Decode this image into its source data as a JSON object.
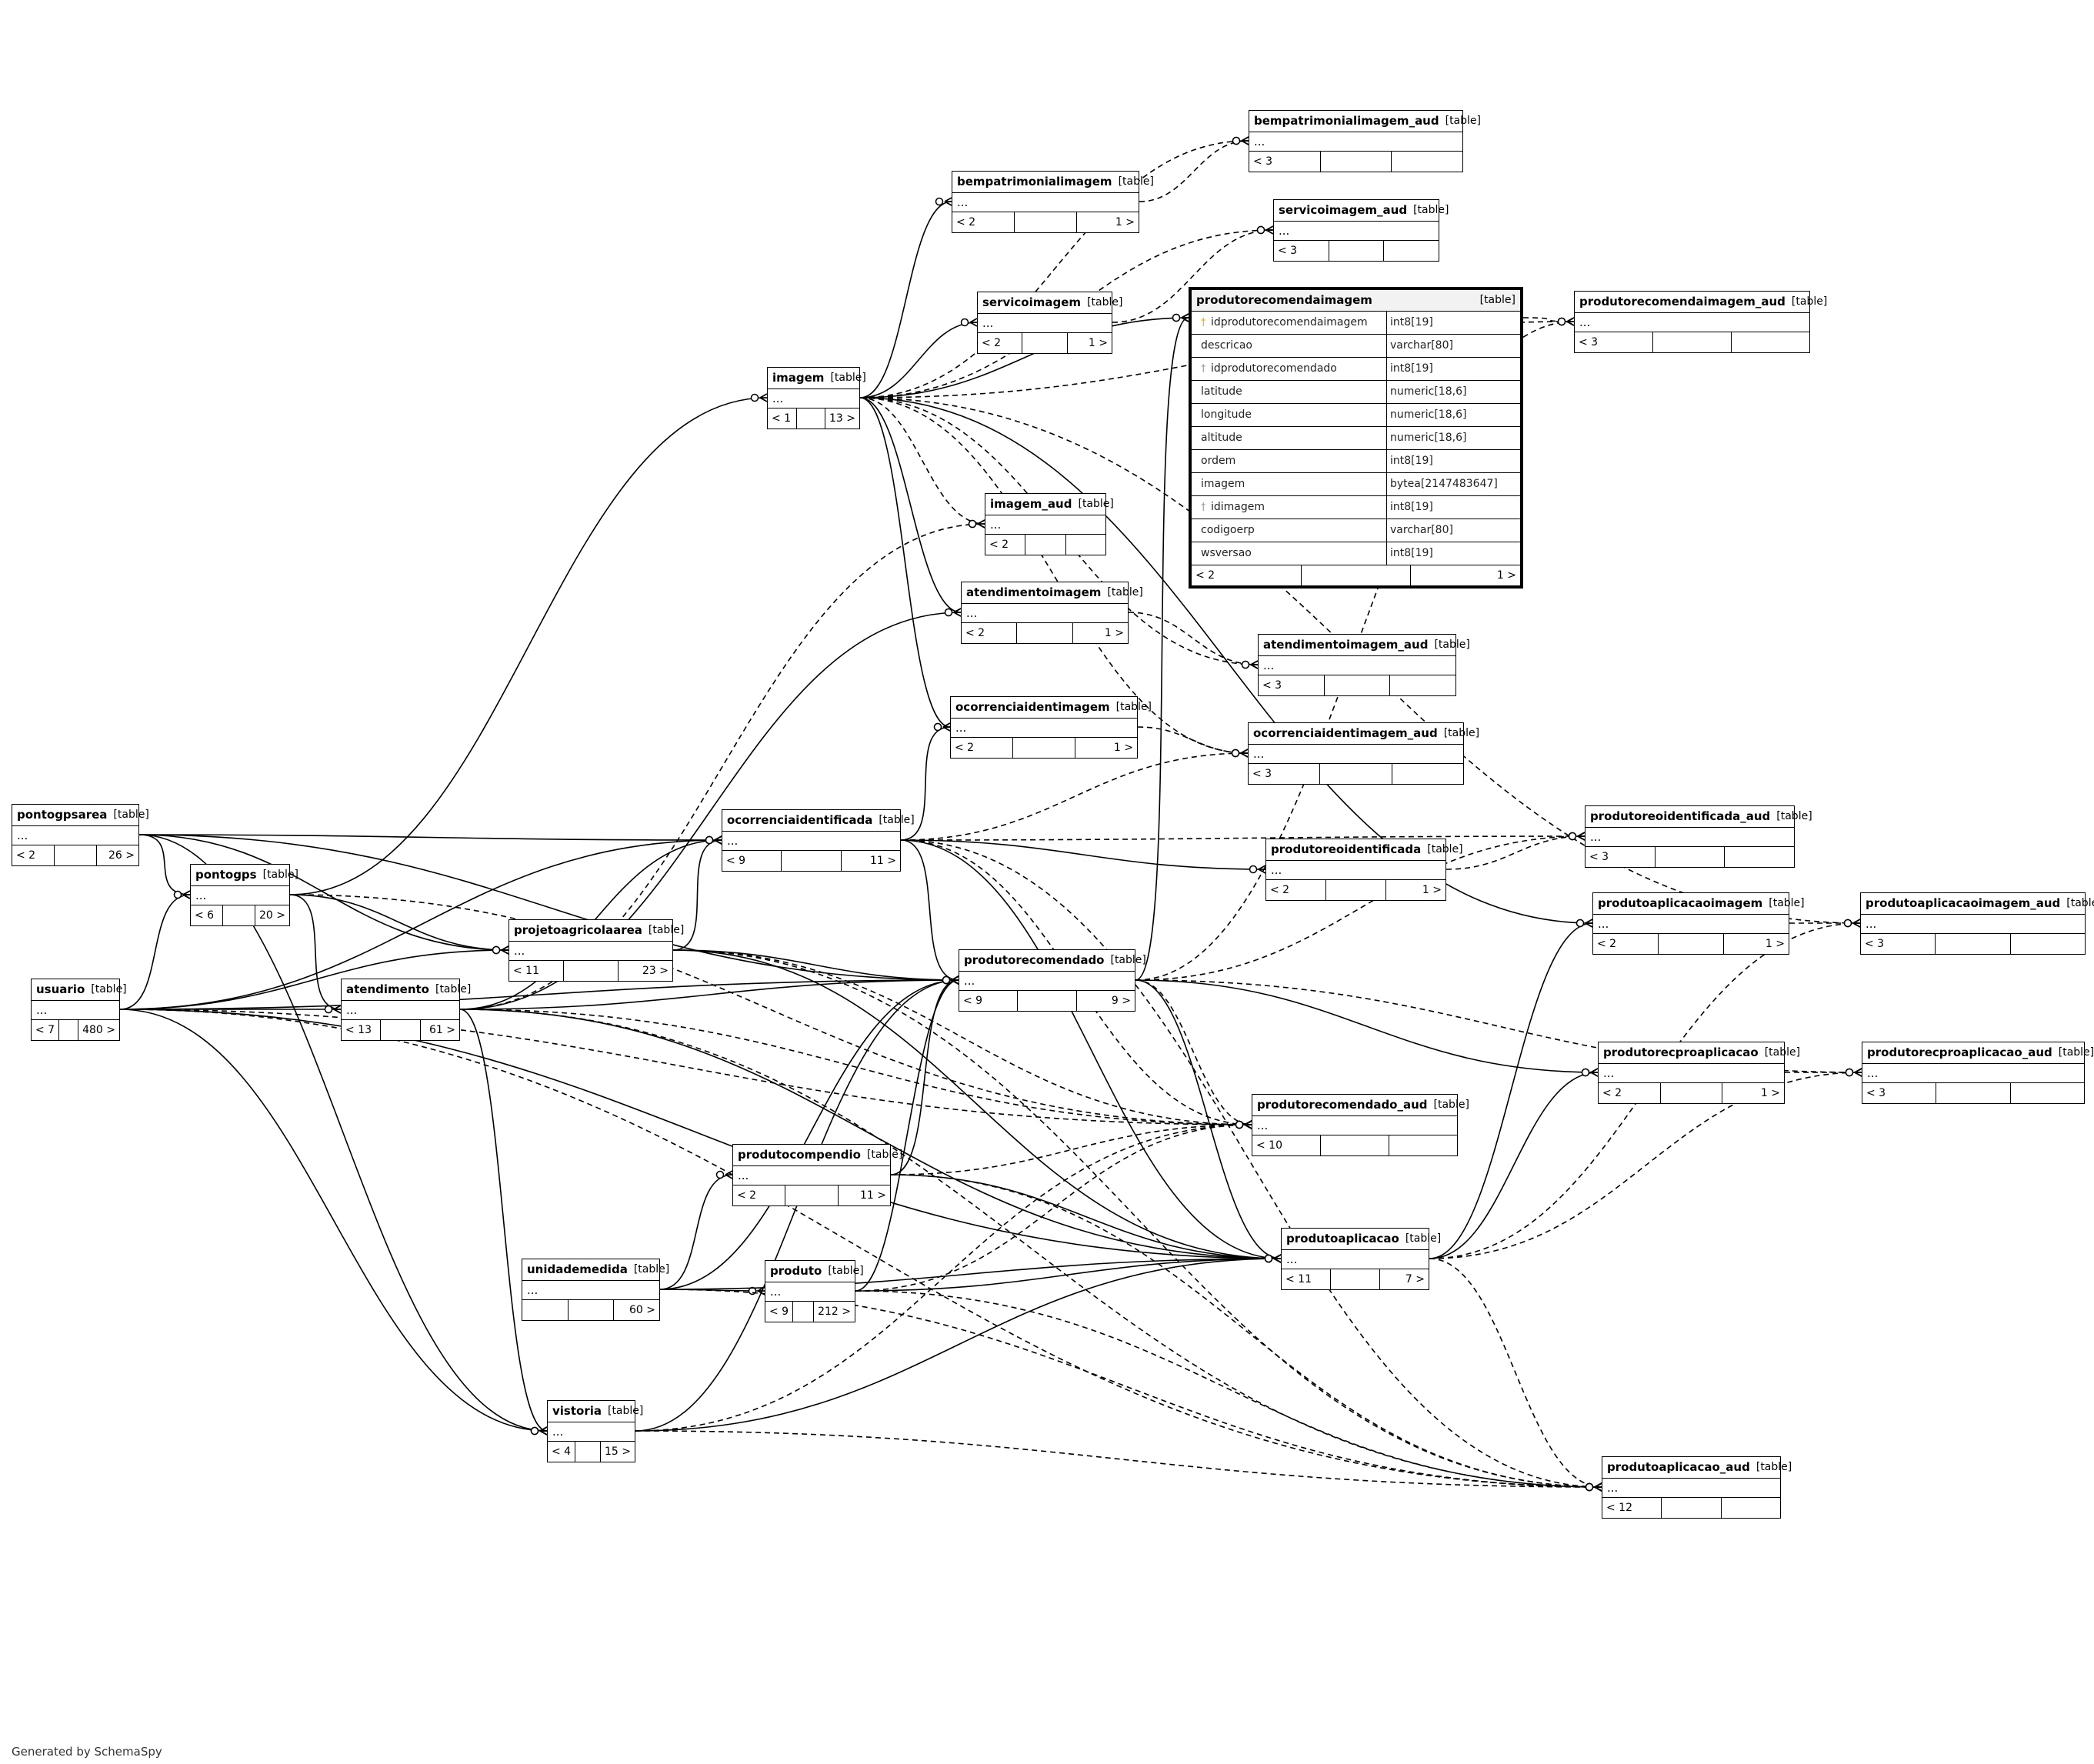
{
  "footer": "Generated by SchemaSpy",
  "tables": [
    {
      "id": "bempatrimonialimagem_aud",
      "name": "bempatrimonialimagem_aud",
      "type": "[table]",
      "rows": [
        "..."
      ],
      "foot": [
        "< 3",
        "",
        ""
      ]
    },
    {
      "id": "bempatrimonialimagem",
      "name": "bempatrimonialimagem",
      "type": "[table]",
      "rows": [
        "..."
      ],
      "foot": [
        "< 2",
        "",
        "1 >"
      ]
    },
    {
      "id": "servicoimagem_aud",
      "name": "servicoimagem_aud",
      "type": "[table]",
      "rows": [
        "..."
      ],
      "foot": [
        "< 3",
        "",
        ""
      ]
    },
    {
      "id": "servicoimagem",
      "name": "servicoimagem",
      "type": "[table]",
      "rows": [
        "..."
      ],
      "foot": [
        "< 2",
        "",
        "1 >"
      ]
    },
    {
      "id": "imagem",
      "name": "imagem",
      "type": "[table]",
      "rows": [
        "..."
      ],
      "foot": [
        "< 1",
        "",
        "13 >"
      ]
    },
    {
      "id": "imagem_aud",
      "name": "imagem_aud",
      "type": "[table]",
      "rows": [
        "..."
      ],
      "foot": [
        "< 2",
        "",
        ""
      ]
    },
    {
      "id": "atendimentoimagem",
      "name": "atendimentoimagem",
      "type": "[table]",
      "rows": [
        "..."
      ],
      "foot": [
        "< 2",
        "",
        "1 >"
      ]
    },
    {
      "id": "atendimentoimagem_aud",
      "name": "atendimentoimagem_aud",
      "type": "[table]",
      "rows": [
        "..."
      ],
      "foot": [
        "< 3",
        "",
        ""
      ]
    },
    {
      "id": "ocorrenciaidentimagem",
      "name": "ocorrenciaidentimagem",
      "type": "[table]",
      "rows": [
        "..."
      ],
      "foot": [
        "< 2",
        "",
        "1 >"
      ]
    },
    {
      "id": "ocorrenciaidentimagem_aud",
      "name": "ocorrenciaidentimagem_aud",
      "type": "[table]",
      "rows": [
        "..."
      ],
      "foot": [
        "< 3",
        "",
        ""
      ]
    },
    {
      "id": "produtorecomendaimagem_aud",
      "name": "produtorecomendaimagem_aud",
      "type": "[table]",
      "rows": [
        "..."
      ],
      "foot": [
        "< 3",
        "",
        ""
      ]
    },
    {
      "id": "produtoreoidentificada_aud",
      "name": "produtoreoidentificada_aud",
      "type": "[table]",
      "rows": [
        "..."
      ],
      "foot": [
        "< 3",
        "",
        ""
      ]
    },
    {
      "id": "produtoreoidentificada",
      "name": "produtoreoidentificada",
      "type": "[table]",
      "rows": [
        "..."
      ],
      "foot": [
        "< 2",
        "",
        "1 >"
      ]
    },
    {
      "id": "produtoaplicacaoimagem",
      "name": "produtoaplicacaoimagem",
      "type": "[table]",
      "rows": [
        "..."
      ],
      "foot": [
        "< 2",
        "",
        "1 >"
      ]
    },
    {
      "id": "produtoaplicacaoimagem_aud",
      "name": "produtoaplicacaoimagem_aud",
      "type": "[table]",
      "rows": [
        "..."
      ],
      "foot": [
        "< 3",
        "",
        ""
      ]
    },
    {
      "id": "produtorecproaplicacao",
      "name": "produtorecproaplicacao",
      "type": "[table]",
      "rows": [
        "..."
      ],
      "foot": [
        "< 2",
        "",
        "1 >"
      ]
    },
    {
      "id": "produtorecproaplicacao_aud",
      "name": "produtorecproaplicacao_aud",
      "type": "[table]",
      "rows": [
        "..."
      ],
      "foot": [
        "< 3",
        "",
        ""
      ]
    },
    {
      "id": "pontogpsarea",
      "name": "pontogpsarea",
      "type": "[table]",
      "rows": [
        "..."
      ],
      "foot": [
        "< 2",
        "",
        "26 >"
      ]
    },
    {
      "id": "pontogps",
      "name": "pontogps",
      "type": "[table]",
      "rows": [
        "..."
      ],
      "foot": [
        "< 6",
        "",
        "20 >"
      ]
    },
    {
      "id": "ocorrenciaidentificada",
      "name": "ocorrenciaidentificada",
      "type": "[table]",
      "rows": [
        "..."
      ],
      "foot": [
        "< 9",
        "",
        "11 >"
      ]
    },
    {
      "id": "projetoagricolaarea",
      "name": "projetoagricolaarea",
      "type": "[table]",
      "rows": [
        "..."
      ],
      "foot": [
        "< 11",
        "",
        "23 >"
      ]
    },
    {
      "id": "usuario",
      "name": "usuario",
      "type": "[table]",
      "rows": [
        "..."
      ],
      "foot": [
        "< 7",
        "",
        "480 >"
      ]
    },
    {
      "id": "atendimento",
      "name": "atendimento",
      "type": "[table]",
      "rows": [
        "..."
      ],
      "foot": [
        "< 13",
        "",
        "61 >"
      ]
    },
    {
      "id": "produtorecomendado",
      "name": "produtorecomendado",
      "type": "[table]",
      "rows": [
        "..."
      ],
      "foot": [
        "< 9",
        "",
        "9 >"
      ]
    },
    {
      "id": "produtorecomendado_aud",
      "name": "produtorecomendado_aud",
      "type": "[table]",
      "rows": [
        "..."
      ],
      "foot": [
        "< 10",
        "",
        ""
      ]
    },
    {
      "id": "produtocompendio",
      "name": "produtocompendio",
      "type": "[table]",
      "rows": [
        "..."
      ],
      "foot": [
        "< 2",
        "",
        "11 >"
      ]
    },
    {
      "id": "unidademedida",
      "name": "unidademedida",
      "type": "[table]",
      "rows": [
        "..."
      ],
      "foot": [
        "",
        "",
        "60 >"
      ]
    },
    {
      "id": "produto",
      "name": "produto",
      "type": "[table]",
      "rows": [
        "..."
      ],
      "foot": [
        "< 9",
        "",
        "212 >"
      ]
    },
    {
      "id": "produtoaplicacao",
      "name": "produtoaplicacao",
      "type": "[table]",
      "rows": [
        "..."
      ],
      "foot": [
        "< 11",
        "",
        "7 >"
      ]
    },
    {
      "id": "vistoria",
      "name": "vistoria",
      "type": "[table]",
      "rows": [
        "..."
      ],
      "foot": [
        "< 4",
        "",
        "15 >"
      ]
    },
    {
      "id": "produtoaplicacao_aud",
      "name": "produtoaplicacao_aud",
      "type": "[table]",
      "rows": [
        "..."
      ],
      "foot": [
        "< 12",
        "",
        ""
      ]
    }
  ],
  "focus_table": {
    "name": "produtorecomendaimagem",
    "type": "[table]",
    "columns": [
      {
        "name": "idprodutorecomendaimagem",
        "type": "int8[19]",
        "key": "pk"
      },
      {
        "name": "descricao",
        "type": "varchar[80]",
        "key": ""
      },
      {
        "name": "idprodutorecomendado",
        "type": "int8[19]",
        "key": "fk"
      },
      {
        "name": "latitude",
        "type": "numeric[18,6]",
        "key": ""
      },
      {
        "name": "longitude",
        "type": "numeric[18,6]",
        "key": ""
      },
      {
        "name": "altitude",
        "type": "numeric[18,6]",
        "key": ""
      },
      {
        "name": "ordem",
        "type": "int8[19]",
        "key": ""
      },
      {
        "name": "imagem",
        "type": "bytea[2147483647]",
        "key": ""
      },
      {
        "name": "idimagem",
        "type": "int8[19]",
        "key": "fk"
      },
      {
        "name": "codigoerp",
        "type": "varchar[80]",
        "key": ""
      },
      {
        "name": "wsversao",
        "type": "int8[19]",
        "key": ""
      }
    ],
    "foot": [
      "< 2",
      "",
      "1 >"
    ]
  },
  "relationships": [
    {
      "from": "imagem",
      "to": "bempatrimonialimagem",
      "style": "solid"
    },
    {
      "from": "imagem",
      "to": "servicoimagem",
      "style": "solid"
    },
    {
      "from": "imagem",
      "to": "atendimentoimagem",
      "style": "solid"
    },
    {
      "from": "imagem",
      "to": "ocorrenciaidentimagem",
      "style": "solid"
    },
    {
      "from": "imagem",
      "to": "produtorecomendaimagem",
      "style": "solid"
    },
    {
      "from": "imagem",
      "to": "produtoaplicacaoimagem",
      "style": "solid"
    },
    {
      "from": "imagem",
      "to": "imagem_aud",
      "style": "dashed"
    },
    {
      "from": "imagem",
      "to": "bempatrimonialimagem_aud",
      "style": "dashed"
    },
    {
      "from": "imagem",
      "to": "servicoimagem_aud",
      "style": "dashed"
    },
    {
      "from": "imagem",
      "to": "atendimentoimagem_aud",
      "style": "dashed"
    },
    {
      "from": "imagem",
      "to": "ocorrenciaidentimagem_aud",
      "style": "dashed"
    },
    {
      "from": "imagem",
      "to": "produtorecomendaimagem_aud",
      "style": "dashed"
    },
    {
      "from": "imagem",
      "to": "produtoaplicacaoimagem_aud",
      "style": "dashed"
    },
    {
      "from": "bempatrimonialimagem",
      "to": "bempatrimonialimagem_aud",
      "style": "dashed"
    },
    {
      "from": "servicoimagem",
      "to": "servicoimagem_aud",
      "style": "dashed"
    },
    {
      "from": "atendimentoimagem",
      "to": "atendimentoimagem_aud",
      "style": "dashed"
    },
    {
      "from": "ocorrenciaidentimagem",
      "to": "ocorrenciaidentimagem_aud",
      "style": "dashed"
    },
    {
      "from": "produtorecomendaimagem",
      "to": "produtorecomendaimagem_aud",
      "style": "dashed"
    },
    {
      "from": "produtorecomendado",
      "to": "produtorecomendaimagem",
      "style": "solid"
    },
    {
      "from": "produtorecomendado",
      "to": "produtorecomendado_aud",
      "style": "dashed"
    },
    {
      "from": "produtorecomendado",
      "to": "produtorecproaplicacao",
      "style": "solid"
    },
    {
      "from": "produtorecomendado",
      "to": "produtoaplicacao",
      "style": "solid"
    },
    {
      "from": "produtorecomendado",
      "to": "produtoreoidentificada_aud",
      "style": "dashed"
    },
    {
      "from": "produtorecomendado",
      "to": "produtorecomendaimagem_aud",
      "style": "dashed"
    },
    {
      "from": "produtorecomendado",
      "to": "produtorecproaplicacao_aud",
      "style": "dashed"
    },
    {
      "from": "ocorrenciaidentificada",
      "to": "ocorrenciaidentimagem",
      "style": "solid"
    },
    {
      "from": "ocorrenciaidentificada",
      "to": "produtoreoidentificada",
      "style": "solid"
    },
    {
      "from": "ocorrenciaidentificada",
      "to": "produtorecomendado",
      "style": "solid"
    },
    {
      "from": "ocorrenciaidentificada",
      "to": "produtoaplicacao",
      "style": "solid"
    },
    {
      "from": "ocorrenciaidentificada",
      "to": "ocorrenciaidentimagem_aud",
      "style": "dashed"
    },
    {
      "from": "ocorrenciaidentificada",
      "to": "produtoreoidentificada_aud",
      "style": "dashed"
    },
    {
      "from": "ocorrenciaidentificada",
      "to": "produtorecomendado_aud",
      "style": "dashed"
    },
    {
      "from": "ocorrenciaidentificada",
      "to": "produtoaplicacao_aud",
      "style": "dashed"
    },
    {
      "from": "produtoreoidentificada",
      "to": "produtoreoidentificada_aud",
      "style": "dashed"
    },
    {
      "from": "produtoaplicacao",
      "to": "produtoaplicacaoimagem",
      "style": "solid"
    },
    {
      "from": "produtoaplicacao",
      "to": "produtorecproaplicacao",
      "style": "solid"
    },
    {
      "from": "produtoaplicacao",
      "to": "produtoaplicacao_aud",
      "style": "dashed"
    },
    {
      "from": "produtoaplicacao",
      "to": "produtoaplicacaoimagem_aud",
      "style": "dashed"
    },
    {
      "from": "produtoaplicacao",
      "to": "produtorecproaplicacao_aud",
      "style": "dashed"
    },
    {
      "from": "produtoaplicacaoimagem",
      "to": "produtoaplicacaoimagem_aud",
      "style": "dashed"
    },
    {
      "from": "produtorecproaplicacao",
      "to": "produtorecproaplicacao_aud",
      "style": "dashed"
    },
    {
      "from": "pontogpsarea",
      "to": "pontogps",
      "style": "solid"
    },
    {
      "from": "pontogpsarea",
      "to": "ocorrenciaidentificada",
      "style": "solid"
    },
    {
      "from": "pontogpsarea",
      "to": "projetoagricolaarea",
      "style": "solid"
    },
    {
      "from": "pontogpsarea",
      "to": "produtorecomendado",
      "style": "solid"
    },
    {
      "from": "pontogpsarea",
      "to": "vistoria",
      "style": "solid"
    },
    {
      "from": "pontogps",
      "to": "imagem",
      "style": "solid"
    },
    {
      "from": "pontogps",
      "to": "atendimento",
      "style": "solid"
    },
    {
      "from": "pontogps",
      "to": "projetoagricolaarea",
      "style": "solid"
    },
    {
      "from": "pontogps",
      "to": "produtorecomendado_aud",
      "style": "dashed"
    },
    {
      "from": "usuario",
      "to": "pontogps",
      "style": "solid"
    },
    {
      "from": "usuario",
      "to": "atendimento",
      "style": "solid"
    },
    {
      "from": "usuario",
      "to": "projetoagricolaarea",
      "style": "solid"
    },
    {
      "from": "usuario",
      "to": "ocorrenciaidentificada",
      "style": "solid"
    },
    {
      "from": "usuario",
      "to": "produtorecomendado",
      "style": "solid"
    },
    {
      "from": "usuario",
      "to": "vistoria",
      "style": "solid"
    },
    {
      "from": "usuario",
      "to": "produtoaplicacao",
      "style": "solid"
    },
    {
      "from": "usuario",
      "to": "produtoaplicacao_aud",
      "style": "dashed"
    },
    {
      "from": "usuario",
      "to": "produtorecomendado_aud",
      "style": "dashed"
    },
    {
      "from": "atendimento",
      "to": "atendimentoimagem",
      "style": "solid"
    },
    {
      "from": "atendimento",
      "to": "ocorrenciaidentificada",
      "style": "solid"
    },
    {
      "from": "atendimento",
      "to": "produtorecomendado",
      "style": "solid"
    },
    {
      "from": "atendimento",
      "to": "produtoaplicacao",
      "style": "solid"
    },
    {
      "from": "atendimento",
      "to": "vistoria",
      "style": "solid"
    },
    {
      "from": "atendimento",
      "to": "imagem_aud",
      "style": "dashed"
    },
    {
      "from": "atendimento",
      "to": "produtorecomendado_aud",
      "style": "dashed"
    },
    {
      "from": "atendimento",
      "to": "produtoaplicacao_aud",
      "style": "dashed"
    },
    {
      "from": "projetoagricolaarea",
      "to": "ocorrenciaidentificada",
      "style": "solid"
    },
    {
      "from": "projetoagricolaarea",
      "to": "produtorecomendado",
      "style": "solid"
    },
    {
      "from": "projetoagricolaarea",
      "to": "produtoaplicacao",
      "style": "solid"
    },
    {
      "from": "projetoagricolaarea",
      "to": "produtorecomendado_aud",
      "style": "dashed"
    },
    {
      "from": "projetoagricolaarea",
      "to": "produtoaplicacao_aud",
      "style": "dashed"
    },
    {
      "from": "produtocompendio",
      "to": "produtorecomendado",
      "style": "solid"
    },
    {
      "from": "produtocompendio",
      "to": "produtoaplicacao",
      "style": "solid"
    },
    {
      "from": "produtocompendio",
      "to": "produtorecomendado_aud",
      "style": "dashed"
    },
    {
      "from": "produtocompendio",
      "to": "produtoaplicacao_aud",
      "style": "dashed"
    },
    {
      "from": "unidademedida",
      "to": "produto",
      "style": "solid"
    },
    {
      "from": "unidademedida",
      "to": "produtocompendio",
      "style": "solid"
    },
    {
      "from": "unidademedida",
      "to": "produtorecomendado",
      "style": "solid"
    },
    {
      "from": "unidademedida",
      "to": "produtoaplicacao",
      "style": "solid"
    },
    {
      "from": "unidademedida",
      "to": "produtoaplicacao_aud",
      "style": "dashed"
    },
    {
      "from": "produto",
      "to": "produtorecomendado",
      "style": "solid"
    },
    {
      "from": "produto",
      "to": "produtoaplicacao",
      "style": "solid"
    },
    {
      "from": "produto",
      "to": "produtorecomendado_aud",
      "style": "dashed"
    },
    {
      "from": "produto",
      "to": "produtoaplicacao_aud",
      "style": "dashed"
    },
    {
      "from": "vistoria",
      "to": "produtorecomendado",
      "style": "solid"
    },
    {
      "from": "vistoria",
      "to": "produtoaplicacao",
      "style": "solid"
    },
    {
      "from": "vistoria",
      "to": "produtorecomendado_aud",
      "style": "dashed"
    },
    {
      "from": "vistoria",
      "to": "produtoaplicacao_aud",
      "style": "dashed"
    }
  ]
}
